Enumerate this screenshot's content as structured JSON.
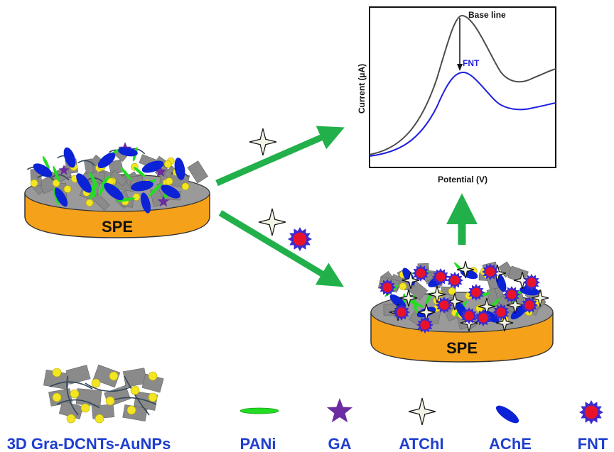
{
  "electrodes": {
    "left_label": "SPE",
    "right_label": "SPE"
  },
  "plot": {
    "ylabel": "Current (µA)",
    "xlabel": "Potential (V)",
    "baseline_label": "Base line",
    "fnt_label": "FNT",
    "baseline_color": "#4d4d4d",
    "fnt_color": "#1f1fe0"
  },
  "legend": {
    "items": [
      {
        "label": "3D Gra-DCNTs-AuNPs",
        "icon": "composite-icon"
      },
      {
        "label": "PANi",
        "icon": "pani-ellipse-icon"
      },
      {
        "label": "GA",
        "icon": "ga-star-icon"
      },
      {
        "label": "ATChI",
        "icon": "atchi-star-icon"
      },
      {
        "label": "AChE",
        "icon": "ache-ellipse-icon"
      },
      {
        "label": "FNT",
        "icon": "fnt-burst-icon"
      }
    ],
    "label_color": "#1f3fd0"
  },
  "colors": {
    "arrow": "#22b04b",
    "disc_top": "#8c8c8c",
    "disc_side": "#f5a11a",
    "gold": "#f3e522",
    "ache": "#0b22d6",
    "pani": "#22dd22",
    "ga": "#6a2ca0",
    "fnt_outer": "#3c2ad0",
    "fnt_inner": "#e8132b"
  }
}
